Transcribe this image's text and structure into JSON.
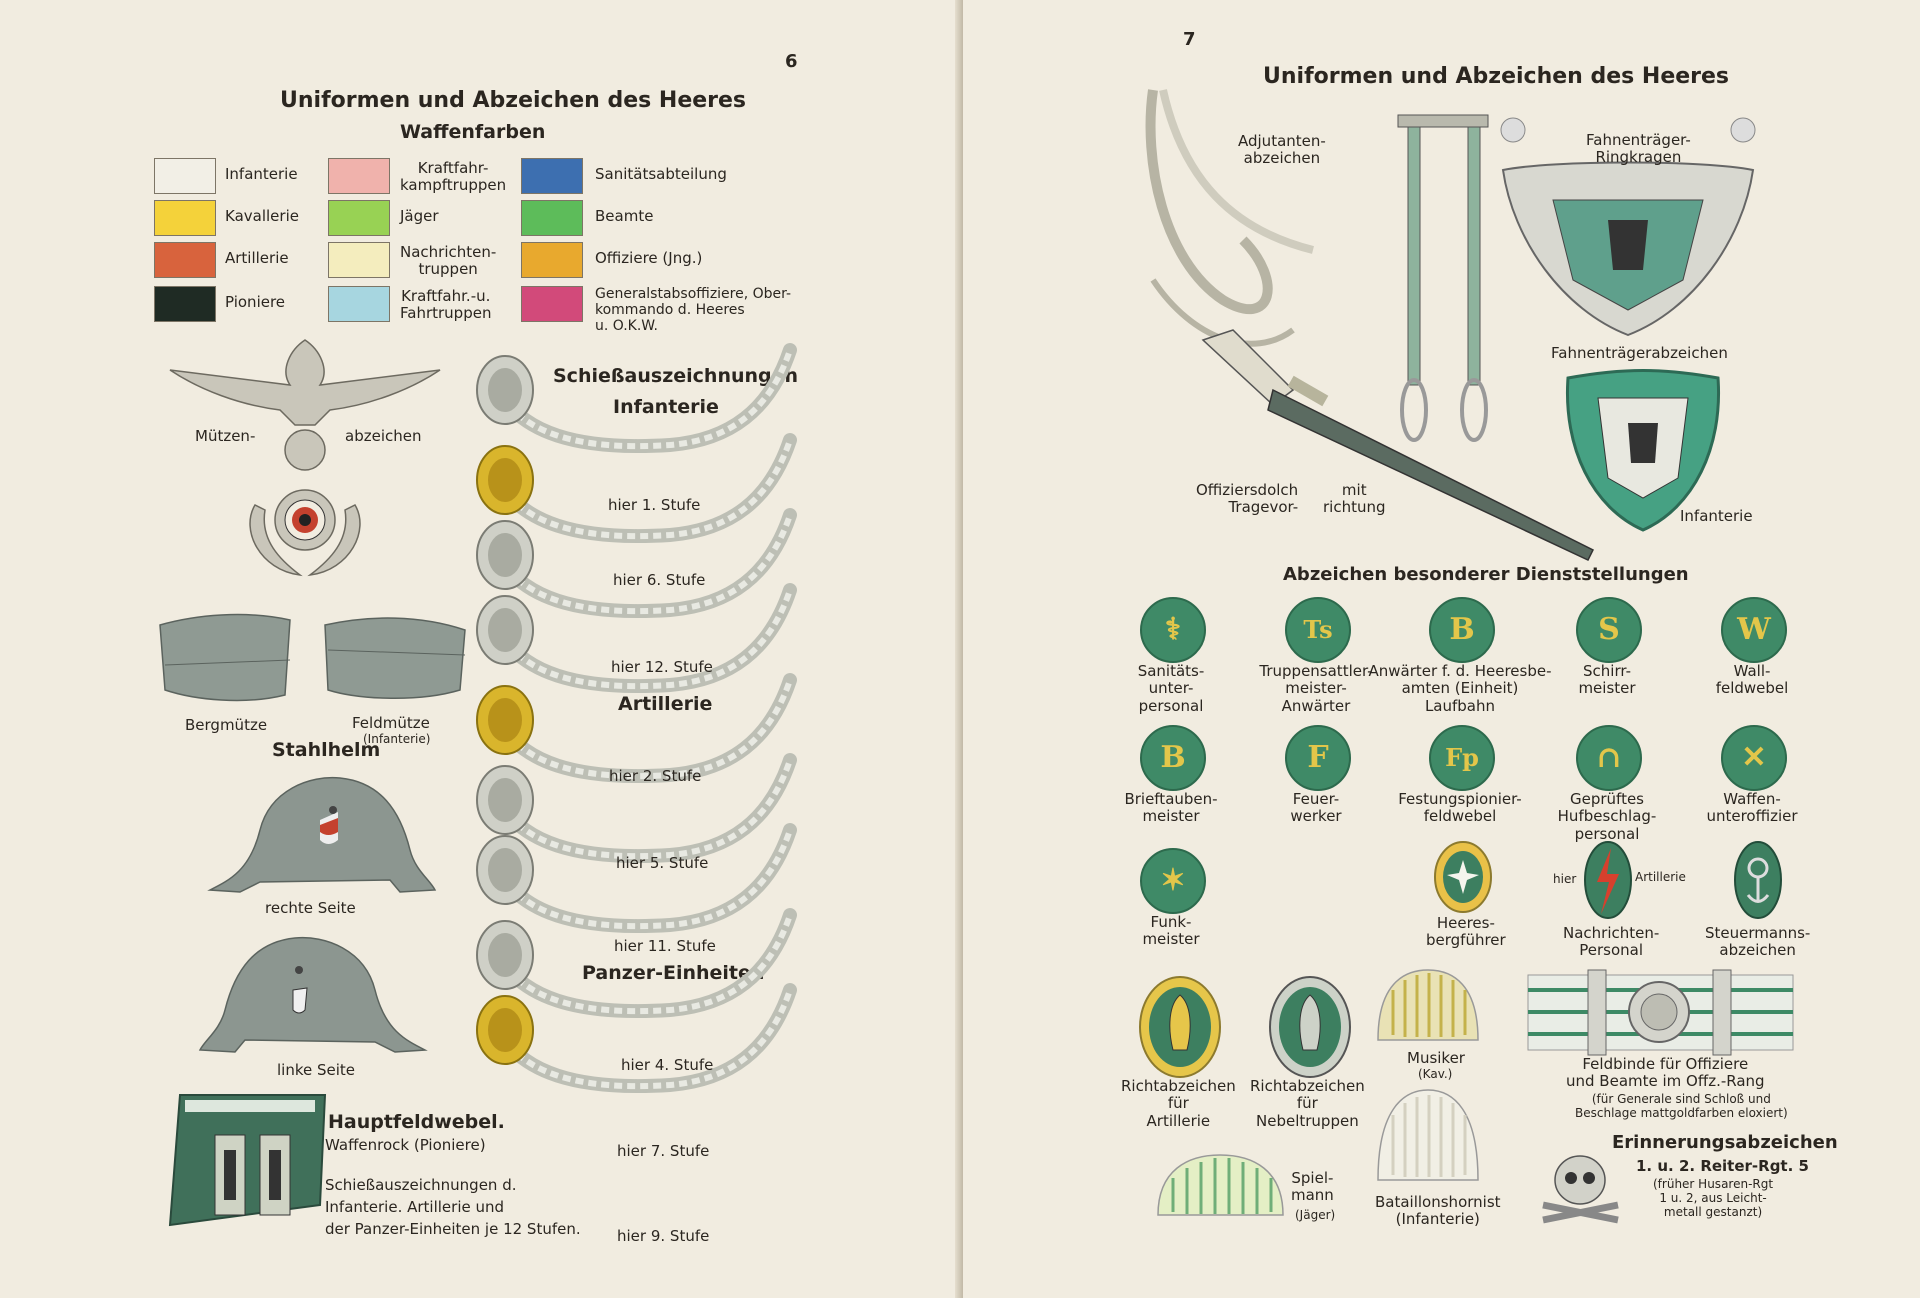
{
  "left": {
    "page_number": "6",
    "title": "Uniformen und Abzeichen des Heeres",
    "waffenfarben_title": "Waffenfarben",
    "colors": [
      {
        "label": "Infanterie",
        "color": "#f2efe6"
      },
      {
        "label": "Kavallerie",
        "color": "#f4d23a"
      },
      {
        "label": "Artillerie",
        "color": "#d8633d"
      },
      {
        "label": "Pioniere",
        "color": "#1f2b24"
      },
      {
        "label": "Kraftfahr-\nkampftruppen",
        "color": "#f0b2ac"
      },
      {
        "label": "Jäger",
        "color": "#98d254"
      },
      {
        "label": "Nachrichten-\ntruppen",
        "color": "#f4edbe"
      },
      {
        "label": "Kraftfahr.-u.\nFahrtruppen",
        "color": "#a7d6e0"
      },
      {
        "label": "Sanitätsabteilung",
        "color": "#3d6fb0"
      },
      {
        "label": "Beamte",
        "color": "#5dbc5a"
      },
      {
        "label": "Offiziere (Jng.)",
        "color": "#e8a92e"
      },
      {
        "label": "Generalstabsoffiziere, Ober-\nkommando d. Heeres\nu. O.K.W.",
        "color": "#d24a7a"
      }
    ],
    "muetzen_left": "Mützen-",
    "muetzen_right": "abzeichen",
    "bergmuetze": "Bergmütze",
    "feldmuetze": "Feldmütze",
    "feldmuetze_note": "(Infanterie)",
    "stahlhelm": "Stahlhelm",
    "rechte_seite": "rechte Seite",
    "linke_seite": "linke Seite",
    "hauptfeldwebel": "Hauptfeldwebel.",
    "waffenrock": "Waffenrock (Pioniere)",
    "note": "Schießauszeichnungen d.\nInfanterie. Artillerie und\nder Panzer-Einheiten je 12 Stufen.",
    "schiess_title": "Schießauszeichnungen",
    "infanterie": "Infanterie",
    "artillerie": "Artillerie",
    "panzer": "Panzer-Einheiten",
    "stufen": [
      "hier 1. Stufe",
      "hier 6. Stufe",
      "hier 12. Stufe",
      "hier 2. Stufe",
      "hier 5. Stufe",
      "hier 11. Stufe",
      "hier 4. Stufe",
      "hier 7. Stufe",
      "hier 9. Stufe"
    ]
  },
  "right": {
    "page_number": "7",
    "title": "Uniformen und Abzeichen des Heeres",
    "adjutanten": "Adjutanten-\nabzeichen",
    "fahnentraeger_ring": "Fahnenträger-\nRingkragen",
    "fahnentraeger_abz": "Fahnenträgerabzeichen",
    "infanterie": "Infanterie",
    "dolch_left": "Offiziersdolch\nTragevor-",
    "dolch_right": "mit\nrichtung",
    "dienst_title": "Abzeichen besonderer Dienststellungen",
    "badges": [
      {
        "glyph": "⚕",
        "label": "Sanitäts-\nunter-\npersonal"
      },
      {
        "glyph": "Ts",
        "label": "Truppensattler-\nmeister-\nAnwärter"
      },
      {
        "glyph": "B",
        "label": "Anwärter f. d. Heeresbe-\namten (Einheit)\nLaufbahn"
      },
      {
        "glyph": "S",
        "label": "Schirr-\nmeister"
      },
      {
        "glyph": "W",
        "label": "Wall-\nfeldwebel"
      },
      {
        "glyph": "B",
        "label": "Brieftauben-\nmeister"
      },
      {
        "glyph": "F",
        "label": "Feuer-\nwerker"
      },
      {
        "glyph": "Fp",
        "label": "Festungspionier-\nfeldwebel"
      },
      {
        "glyph": "∩",
        "label": "Geprüftes\nHufbeschlag-\npersonal"
      },
      {
        "glyph": "✕",
        "label": "Waffen-\nunteroffizier"
      },
      {
        "glyph": "✶",
        "label": "Funk-\nmeister"
      }
    ],
    "heeres": "Heeres-\nbergführer",
    "hier": "hier",
    "artillerie_small": "Artillerie",
    "nachrichten": "Nachrichten-\nPersonal",
    "steuermann": "Steuermanns-\nabzeichen",
    "richt_art": "Richtabzeichen\nfür\nArtillerie",
    "richt_nebel": "Richtabzeichen\nfür\nNebeltruppen",
    "musiker": "Musiker",
    "musiker_note": "(Kav.)",
    "feldbinde": "Feldbinde für Offiziere\nund Beamte im Offz.-Rang",
    "feldbinde_note": "(für Generale sind Schloß und\nBeschlage mattgoldfarben eloxiert)",
    "spielmann": "Spiel-\nmann",
    "spielmann_note": "(Jäger)",
    "bataillon": "Bataillonshornist\n(Infanterie)",
    "erinnerung": "Erinnerungsabzeichen",
    "reiter": "1. u. 2. Reiter-Rgt. 5",
    "reiter_note": "(früher Husaren-Rgt\n1 u. 2, aus Leicht-\nmetall gestanzt)"
  }
}
